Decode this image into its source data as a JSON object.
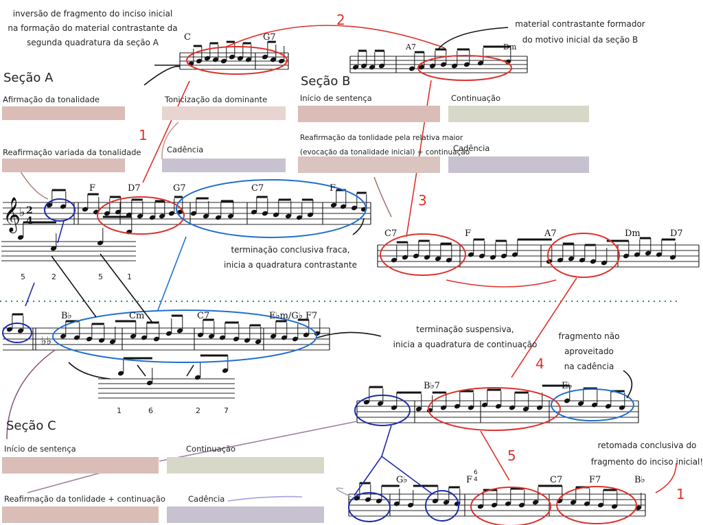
{
  "sections": {
    "a": {
      "title": "Seção A",
      "labels": [
        "Afirmação da tonalidade",
        "Tonicização da dominante",
        "Reafirmação variada da tonalidade",
        "Cadência"
      ]
    },
    "b": {
      "title": "Seção B",
      "labels": [
        "Início de sentença",
        "Continuação",
        "Reafirmação da tonlidade pela relativa maior",
        "(evocação da tonalidade inicial) + continuação",
        "Cadência"
      ]
    },
    "c": {
      "title": "Seção C",
      "labels": [
        "Início de sentença",
        "Continuação",
        "Reafirmação da tonlidade + continuação",
        "Cadência"
      ]
    }
  },
  "annotations": {
    "top_left": [
      "inversão de fragmento do inciso inicial",
      "na formação do material contrastante da",
      "segunda quadratura da seção A"
    ],
    "top_right": [
      "material contrastante formador",
      "do motivo inicial da seção B"
    ],
    "weak_ending": [
      "terminação conclusiva fraca,",
      "inicia a quadratura contrastante"
    ],
    "suspensive": [
      "terminação suspensiva,",
      "inicia a quadratura de continuação"
    ],
    "unused": [
      "fragmento não",
      "aproveitado",
      "na cadência"
    ],
    "return": [
      "retomada conclusiva do",
      "fragmento do inciso inicial!"
    ]
  },
  "numbers": [
    "1",
    "2",
    "3",
    "4",
    "5",
    "1"
  ],
  "chords": {
    "top_a": [
      "C",
      "G7"
    ],
    "top_b": [
      "A7",
      "Dm"
    ],
    "system1": [
      "F",
      "D7",
      "G7",
      "C7",
      "F"
    ],
    "system2": [
      "C7",
      "F",
      "A7",
      "Dm",
      "D7"
    ],
    "system3": [
      "B♭",
      "Cm",
      "C7",
      "E♭m/G♭",
      "F7"
    ],
    "system4": [
      "B♭7",
      "E♭"
    ],
    "system5": [
      "G♭",
      "F",
      "C7",
      "F7",
      "B♭"
    ]
  },
  "sixfour": [
    "6",
    "4"
  ],
  "fingerings": {
    "upper": [
      "5",
      "2",
      "5",
      "1"
    ],
    "lower": [
      "1",
      "6",
      "2",
      "7"
    ]
  },
  "colors": {
    "red": "#e0302a",
    "blue": "#1f6fd1",
    "navy": "#1a2aa8",
    "pink_bar": "#d9bdb6",
    "pink_bar_light": "#e8d4d0",
    "olive_bar": "#d7d8c8",
    "lavender_bar": "#c8c2d0",
    "dotted_rule": "#2e8b57"
  }
}
